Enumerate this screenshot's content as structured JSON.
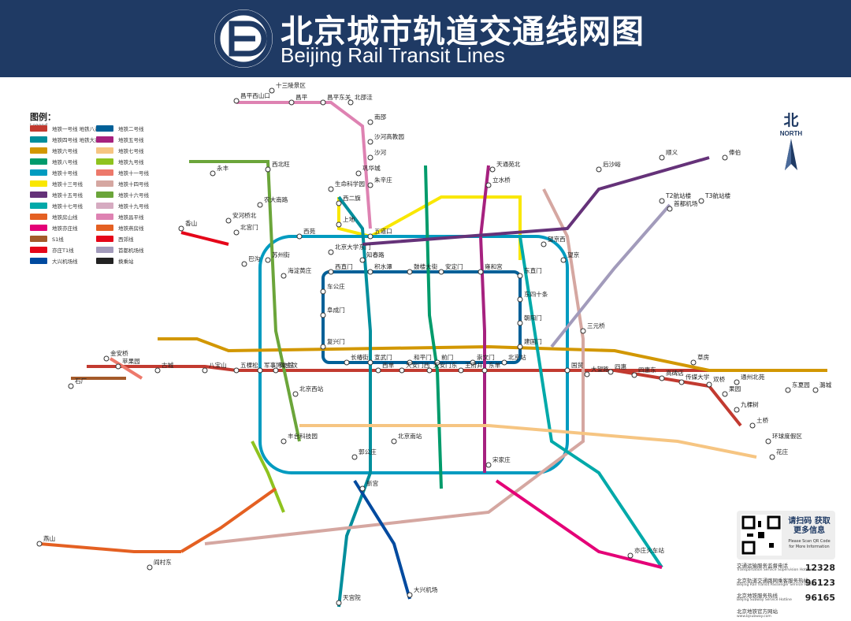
{
  "header": {
    "title_cn": "北京城市轨道交通线网图",
    "title_en": "Beijing Rail Transit Lines"
  },
  "legend": {
    "title": "图例：",
    "subtitle": "Legend",
    "items": [
      {
        "label": "地铁一号线 地铁八通线",
        "color": "#c23a30"
      },
      {
        "label": "地铁二号线",
        "color": "#006098"
      },
      {
        "label": "地铁四号线 地铁大兴线",
        "color": "#008e9c"
      },
      {
        "label": "地铁五号线",
        "color": "#a6217f"
      },
      {
        "label": "地铁六号线",
        "color": "#d29700"
      },
      {
        "label": "地铁七号线",
        "color": "#f6c582"
      },
      {
        "label": "地铁八号线",
        "color": "#009b6b"
      },
      {
        "label": "地铁九号线",
        "color": "#8fc31f"
      },
      {
        "label": "地铁十号线",
        "color": "#009bc0"
      },
      {
        "label": "地铁十一号线",
        "color": "#ed796b"
      },
      {
        "label": "地铁十三号线",
        "color": "#f9e700"
      },
      {
        "label": "地铁十四号线",
        "color": "#d5a7a1"
      },
      {
        "label": "地铁十五号线",
        "color": "#653279"
      },
      {
        "label": "地铁十六号线",
        "color": "#6ba53a"
      },
      {
        "label": "地铁十七号线",
        "color": "#00a9a9"
      },
      {
        "label": "地铁十九号线",
        "color": "#d6abc1"
      },
      {
        "label": "地铁房山线",
        "color": "#e46022"
      },
      {
        "label": "地铁昌平线",
        "color": "#de82b2"
      },
      {
        "label": "地铁亦庄线",
        "color": "#e40077"
      },
      {
        "label": "地铁燕房线",
        "color": "#e46022"
      },
      {
        "label": "S1线",
        "color": "#a45a2a"
      },
      {
        "label": "西郊线",
        "color": "#e50619"
      },
      {
        "label": "亦庄T1线",
        "color": "#e50619"
      },
      {
        "label": "首都机场线",
        "color": "#a29bbb"
      },
      {
        "label": "大兴机场线",
        "color": "#004a9f"
      },
      {
        "label": "换乘站",
        "color": "#222222"
      }
    ]
  },
  "north": {
    "cn": "北",
    "en": "NORTH"
  },
  "qr": {
    "cn": "请扫码 获取更多信息",
    "en": "Please Scan QR Code for More Information"
  },
  "hotlines": [
    {
      "cn": "交通运输服务监督电话",
      "en": "Transportation Service Supervision Hotline",
      "number": "12328"
    },
    {
      "cn": "北京轨道交通路网乘客服务热线",
      "en": "Beijing Rail Transit Passenger Service Hotline",
      "number": "96123"
    },
    {
      "cn": "北京地铁服务热线",
      "en": "Beijing Subway Service Hotline",
      "number": "96165"
    }
  ],
  "footer": {
    "cn": "北京地铁官方网站",
    "en": "www.bjsubway.com"
  },
  "map": {
    "stations": [
      {
        "name": "十三陵景区"
      },
      {
        "name": "昌平西山口"
      },
      {
        "name": "昌平"
      },
      {
        "name": "昌平东关"
      },
      {
        "name": "北邵洼"
      },
      {
        "name": "南邵"
      },
      {
        "name": "沙河高教园"
      },
      {
        "name": "沙河"
      },
      {
        "name": "巩华城"
      },
      {
        "name": "朱辛庄"
      },
      {
        "name": "生命科学园"
      },
      {
        "name": "西二旗"
      },
      {
        "name": "上地"
      },
      {
        "name": "五道口"
      },
      {
        "name": "知春路"
      },
      {
        "name": "西直门"
      },
      {
        "name": "积水潭"
      },
      {
        "name": "鼓楼大街"
      },
      {
        "name": "安定门"
      },
      {
        "name": "雍和宫"
      },
      {
        "name": "东直门"
      },
      {
        "name": "东四十条"
      },
      {
        "name": "朝阳门"
      },
      {
        "name": "建国门"
      },
      {
        "name": "北京站"
      },
      {
        "name": "崇文门"
      },
      {
        "name": "前门"
      },
      {
        "name": "和平门"
      },
      {
        "name": "宣武门"
      },
      {
        "name": "长椿街"
      },
      {
        "name": "复兴门"
      },
      {
        "name": "阜成门"
      },
      {
        "name": "车公庄"
      },
      {
        "name": "天安门东"
      },
      {
        "name": "天安门西"
      },
      {
        "name": "王府井"
      },
      {
        "name": "东单"
      },
      {
        "name": "西单"
      },
      {
        "name": "军事博物馆"
      },
      {
        "name": "公主坟"
      },
      {
        "name": "五棵松"
      },
      {
        "name": "八宝山"
      },
      {
        "name": "苹果园"
      },
      {
        "name": "古城"
      },
      {
        "name": "国贸"
      },
      {
        "name": "大望路"
      },
      {
        "name": "四惠"
      },
      {
        "name": "四惠东"
      },
      {
        "name": "高碑店"
      },
      {
        "name": "传媒大学"
      },
      {
        "name": "双桥"
      },
      {
        "name": "通州北苑"
      },
      {
        "name": "果园"
      },
      {
        "name": "九棵树"
      },
      {
        "name": "土桥"
      },
      {
        "name": "环球度假区"
      },
      {
        "name": "花庄"
      },
      {
        "name": "北京西站"
      },
      {
        "name": "北京南站"
      },
      {
        "name": "宋家庄"
      },
      {
        "name": "亦庄火车站"
      },
      {
        "name": "天宫院"
      },
      {
        "name": "大兴机场"
      },
      {
        "name": "首都机场"
      },
      {
        "name": "T2航站楼"
      },
      {
        "name": "T3航站楼"
      },
      {
        "name": "三元桥"
      },
      {
        "name": "望京"
      },
      {
        "name": "望京西"
      },
      {
        "name": "立水桥"
      },
      {
        "name": "天通苑北"
      },
      {
        "name": "俸伯"
      },
      {
        "name": "顺义"
      },
      {
        "name": "后沙峪"
      },
      {
        "name": "香山"
      },
      {
        "name": "巴沟"
      },
      {
        "name": "海淀黄庄"
      },
      {
        "name": "苏州街"
      },
      {
        "name": "北京大学东门"
      },
      {
        "name": "西苑"
      },
      {
        "name": "北宫门"
      },
      {
        "name": "安河桥北"
      },
      {
        "name": "永丰"
      },
      {
        "name": "西北旺"
      },
      {
        "name": "农大南路"
      },
      {
        "name": "郭公庄"
      },
      {
        "name": "丰台科技园"
      },
      {
        "name": "阎村东"
      },
      {
        "name": "燕山"
      },
      {
        "name": "石厂"
      },
      {
        "name": "金安桥"
      },
      {
        "name": "新宫"
      },
      {
        "name": "潞城"
      },
      {
        "name": "东夏园"
      },
      {
        "name": "草房"
      }
    ]
  }
}
